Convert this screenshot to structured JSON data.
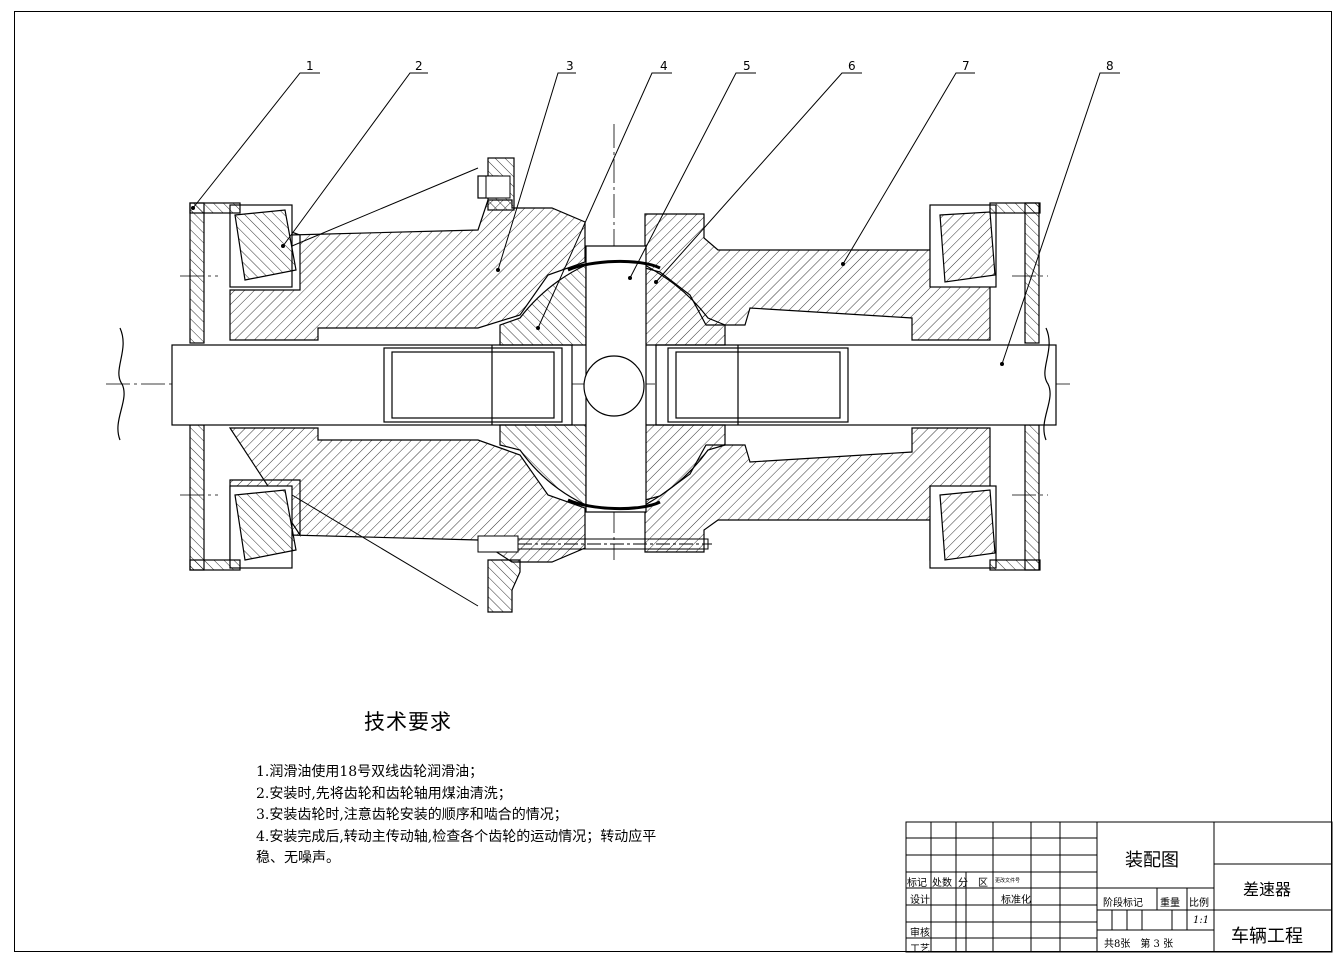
{
  "balloons": [
    "1",
    "2",
    "3",
    "4",
    "5",
    "6",
    "7",
    "8"
  ],
  "requirements": {
    "title": "技术要求",
    "items": [
      "1.润滑油使用18号双线齿轮润滑油；",
      "2.安装时,先将齿轮和齿轮轴用煤油清洗；",
      "3.安装齿轮时,注意齿轮安装的顺序和啮合的情况；",
      "4.安装完成后,转动主传动轴,检查各个齿轮的运动情况；转动应平稳、无噪声。"
    ]
  },
  "title_block": {
    "drawing_type": "装配图",
    "part_name": "差速器",
    "org": "车辆工程",
    "scale": "1:1",
    "sheet_info": "共8张　第 3 张",
    "col_labels": {
      "mark": "标记",
      "count": "处数",
      "zone": "分　区",
      "doc": "更改文件号"
    },
    "design": "设计",
    "standard": "标准化",
    "review": "审核",
    "process": "工艺",
    "stage_mark": "阶段标记",
    "weight": "重量",
    "ratio": "比例"
  }
}
